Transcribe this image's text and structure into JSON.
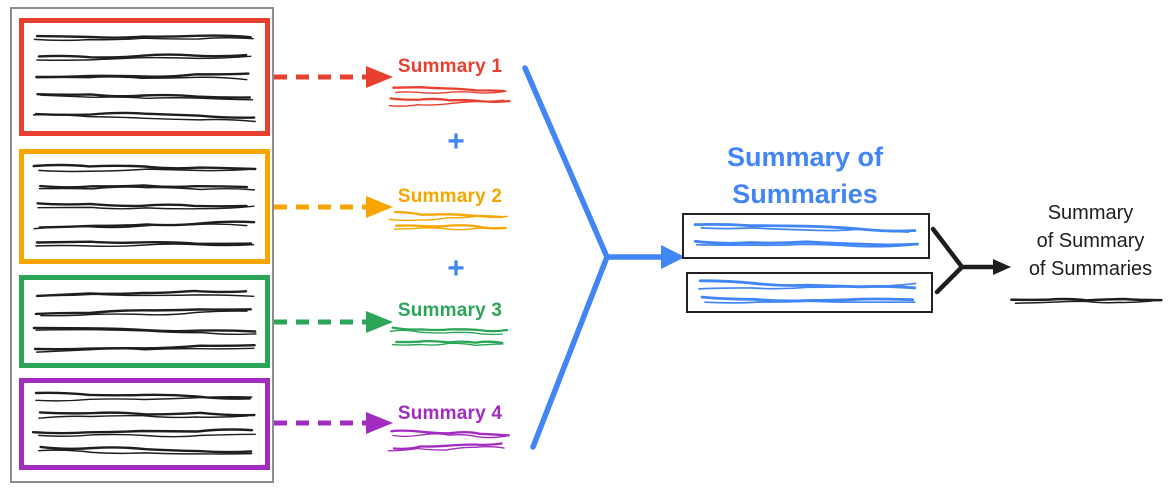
{
  "colors": {
    "red": "#E8402F",
    "orange": "#F7A600",
    "green": "#2BA558",
    "purple": "#A22CBF",
    "blue": "#4285F4",
    "ink": "#1E1E1E",
    "frame": "#8D8D8D"
  },
  "document_stack": {
    "chunks": [
      {
        "name": "chunk-1",
        "color": "red",
        "scribble_line_count": 5
      },
      {
        "name": "chunk-2",
        "color": "orange",
        "scribble_line_count": 5
      },
      {
        "name": "chunk-3",
        "color": "green",
        "scribble_line_count": 4
      },
      {
        "name": "chunk-4",
        "color": "purple",
        "scribble_line_count": 4
      }
    ]
  },
  "chunk_summaries": [
    {
      "label": "Summary 1",
      "color": "red"
    },
    {
      "label": "Summary 2",
      "color": "orange"
    },
    {
      "label": "Summary 3",
      "color": "green"
    },
    {
      "label": "Summary 4",
      "color": "purple"
    }
  ],
  "plus_sign": "+",
  "summary_of_summaries": {
    "title_line1": "Summary of",
    "title_line2": "Summaries",
    "box_count": 2,
    "scribble_lines_per_box": 2
  },
  "final_summary": {
    "label_line1": "Summary",
    "label_line2": "of Summary",
    "label_line3": "of Summaries"
  }
}
